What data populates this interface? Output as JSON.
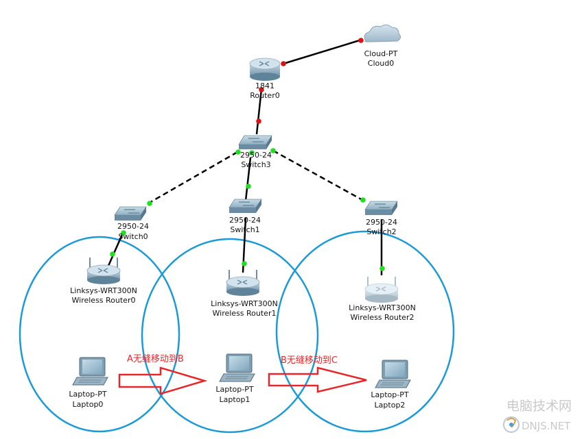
{
  "devices": {
    "cloud0": {
      "type": "Cloud-PT",
      "name": "Cloud0"
    },
    "router0": {
      "type": "1841",
      "name": "Router0"
    },
    "switch3": {
      "type": "2950-24",
      "name": "Switch3"
    },
    "switch0": {
      "type": "2950-24",
      "name": "Switch0"
    },
    "switch1": {
      "type": "2950-24",
      "name": "Switch1"
    },
    "switch2": {
      "type": "2950-24",
      "name": "Switch2"
    },
    "wrouter0": {
      "type": "Linksys-WRT300N",
      "name": "Wireless Router0"
    },
    "wrouter1": {
      "type": "Linksys-WRT300N",
      "name": "Wireless Router1"
    },
    "wrouter2": {
      "type": "Linksys-WRT300N",
      "name": "Wireless Router2"
    },
    "laptop0": {
      "type": "Laptop-PT",
      "name": "Laptop0"
    },
    "laptop1": {
      "type": "Laptop-PT",
      "name": "Laptop1"
    },
    "laptop2": {
      "type": "Laptop-PT",
      "name": "Laptop2"
    }
  },
  "annotations": {
    "a_to_b": "A无缝移动到B",
    "b_to_c": "B无缝移动到C"
  },
  "colors": {
    "coverage_circle": "#1a9ad6",
    "arrow": "#e8262a",
    "link_up": "#22dd22",
    "link_down": "#dd1111",
    "cable": "#000000"
  },
  "watermark": {
    "cn": "电脑技术网",
    "en": "DNJS.NET"
  }
}
